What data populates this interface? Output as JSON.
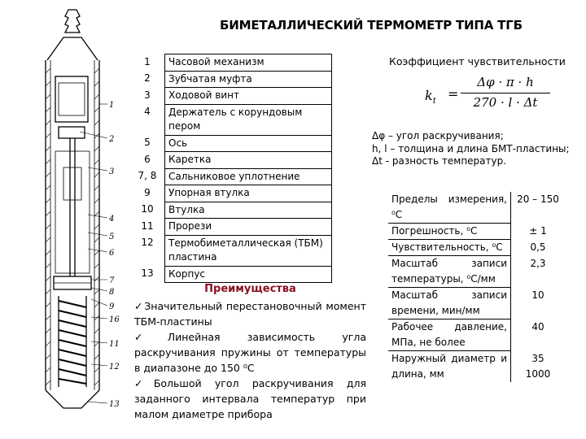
{
  "title": "БИМЕТАЛЛИЧЕСКИЙ ТЕРМОМЕТР ТИПА ТГБ",
  "drawing": {
    "labels": [
      "1",
      "2",
      "3",
      "4",
      "5",
      "6",
      "7",
      "8",
      "9",
      "16",
      "11",
      "12",
      "13"
    ]
  },
  "parts": [
    {
      "num": "1",
      "name": "Часовой механизм"
    },
    {
      "num": "2",
      "name": "Зубчатая муфта"
    },
    {
      "num": "3",
      "name": "Ходовой винт"
    },
    {
      "num": "4",
      "name": "Держатель с корундовым пером"
    },
    {
      "num": "5",
      "name": "Ось"
    },
    {
      "num": "6",
      "name": "Каретка"
    },
    {
      "num": "7, 8",
      "name": "Сальниковое уплотнение"
    },
    {
      "num": "9",
      "name": "Упорная втулка"
    },
    {
      "num": "10",
      "name": "Втулка"
    },
    {
      "num": "11",
      "name": "Прорези"
    },
    {
      "num": "12",
      "name": "Термобиметаллическая (ТБМ) пластина"
    },
    {
      "num": "13",
      "name": "Корпус"
    }
  ],
  "advantages": {
    "title": "Преимущества",
    "check": "✓",
    "items": [
      "Значительный перестановочный момент ТБМ-пластины",
      "Линейная зависимость угла раскручивания пружины от температуры в диапазоне до 150 ⁰С",
      "Большой угол раскручивания для заданного интервала температур при малом диаметре прибора"
    ]
  },
  "coefficient": {
    "title": "Коэффициент чувствительности",
    "lhs": "k",
    "lhs_sub": "t",
    "eq": "=",
    "numerator": "Δφ · π · h",
    "denominator": "270 · l · Δt",
    "legend": [
      "Δφ – угол раскручивания;",
      "h, l – толщина и длина БМТ-пластины;",
      "Δt - разность температур."
    ]
  },
  "specs": [
    {
      "label": "Пределы измерения, ⁰С",
      "value": "20 – 150"
    },
    {
      "label": "Погрешность, ⁰С",
      "value": "± 1"
    },
    {
      "label": "Чувствительность, ⁰С",
      "value": "0,5"
    },
    {
      "label": "Масштаб записи температуры, ⁰С/мм",
      "value": "2,3"
    },
    {
      "label": "Масштаб записи времени, мин/мм",
      "value": "10"
    },
    {
      "label": "Рабочее давление, МПа, не более",
      "value": "40"
    },
    {
      "label": "Наружный диаметр и длина, мм",
      "value": "35\n1000"
    }
  ]
}
